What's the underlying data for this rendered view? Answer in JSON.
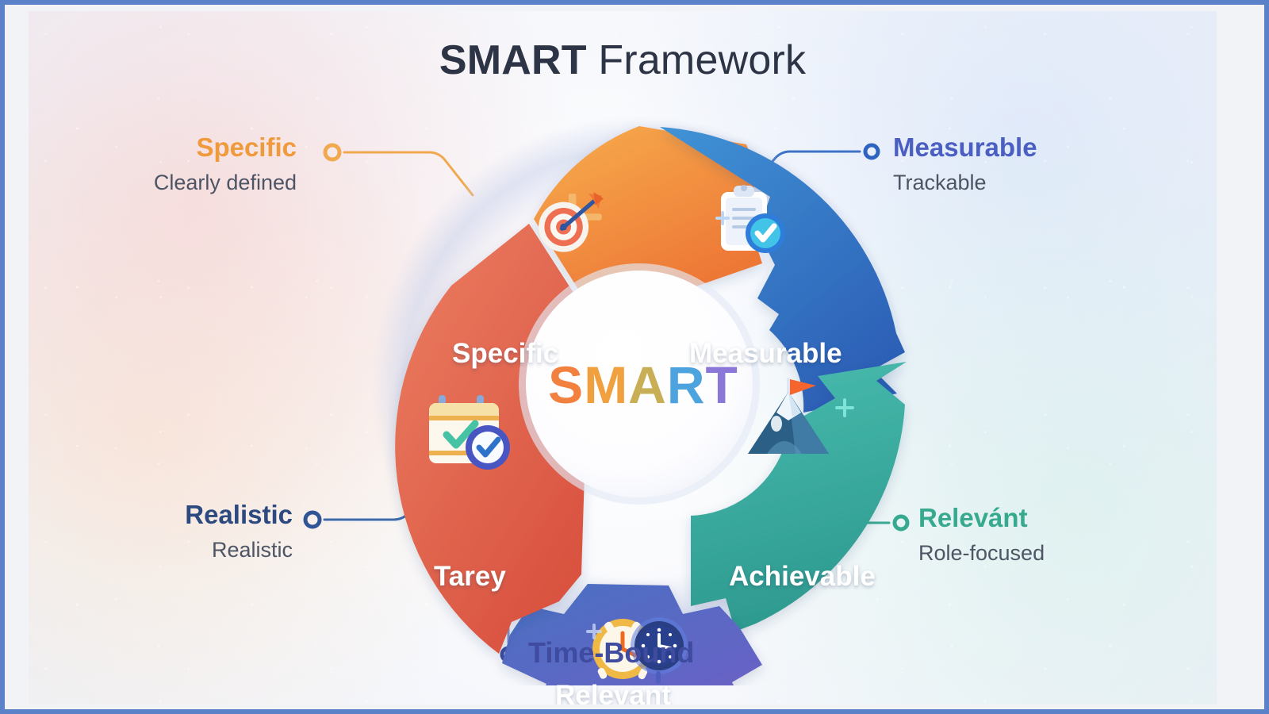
{
  "page": {
    "title_bold": "SMART",
    "title_light": " Framework",
    "border_color": "#5b82c8",
    "panel_color": "#f1f3f7"
  },
  "center": {
    "letters": [
      {
        "char": "S",
        "color": "#f2803f"
      },
      {
        "char": "M",
        "color": "#f0a03f"
      },
      {
        "char": "A",
        "color": "#c8ae55"
      },
      {
        "char": "R",
        "color": "#4da3dd"
      },
      {
        "char": "T",
        "color": "#8a77d8"
      }
    ],
    "word": "SMART"
  },
  "segments": [
    {
      "key": "specific",
      "label": "Specific",
      "icon": "target-arrow-icon",
      "color_from": "#f6a94a",
      "color_to": "#ee7b3b"
    },
    {
      "key": "measurable",
      "label": "Measurable",
      "icon": "clipboard-check-icon",
      "color_from": "#3f8fd4",
      "color_to": "#2f63b8"
    },
    {
      "key": "achievable",
      "label": "Achievable",
      "icon": "mountain-flag-icon",
      "color_from": "#46b8ab",
      "color_to": "#2f9d92"
    },
    {
      "key": "relevant",
      "label": "Relevant",
      "icon": "clocks-icon",
      "color_from": "#4b6fc0",
      "color_to": "#6a5fc4"
    },
    {
      "key": "tarey",
      "label": "Tarey",
      "icon": "calendar-check-icon",
      "color_from": "#e8765c",
      "color_to": "#d94f3d"
    }
  ],
  "callouts": [
    {
      "key": "specific",
      "title": "Specific",
      "subtitle": "Clearly defined",
      "color": "#ef9a3c",
      "side": "left"
    },
    {
      "key": "measurable",
      "title": "Measurable",
      "subtitle": "Trackable",
      "color": "#4a5fc1",
      "side": "right"
    },
    {
      "key": "relevant",
      "title": "Relevánt",
      "subtitle": "Role-focused",
      "color": "#37a98e",
      "side": "right"
    },
    {
      "key": "realistic",
      "title": "Realistic",
      "subtitle": "Realistic",
      "color": "#2c4a80",
      "side": "left"
    },
    {
      "key": "time_bound",
      "title": "Time-Bound",
      "subtitle": "",
      "color": "#3f4b9e",
      "side": "bottom"
    }
  ]
}
